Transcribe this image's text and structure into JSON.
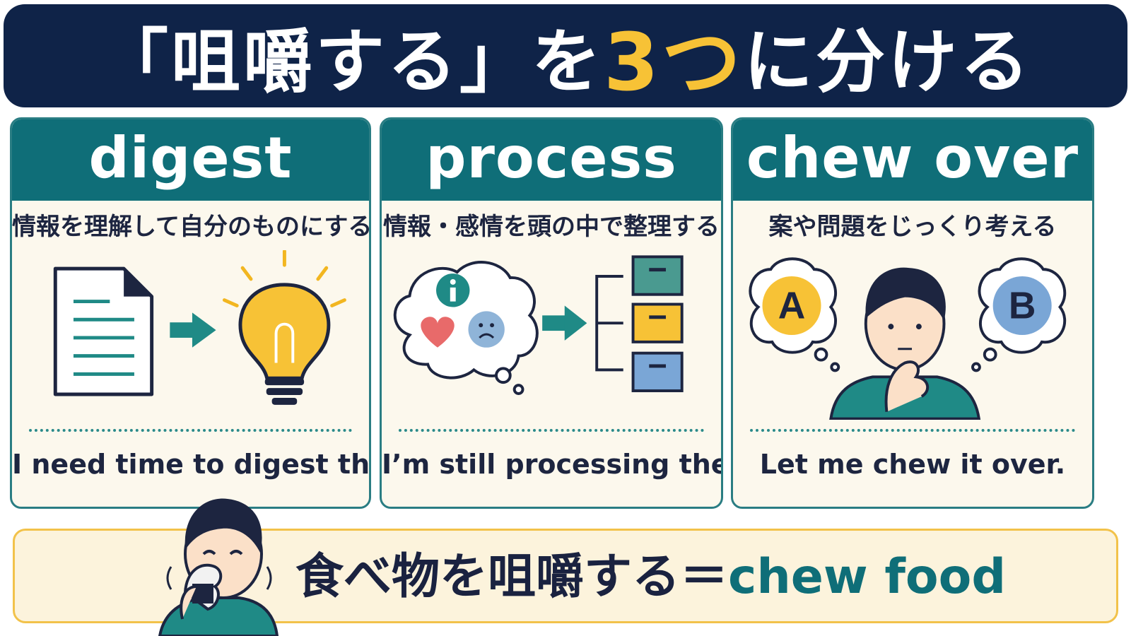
{
  "title": {
    "before": "「咀嚼する」を",
    "accent": "3つ",
    "after": "に分ける"
  },
  "cards": [
    {
      "heading": "digest",
      "subtitle": "情報を理解して自分のものにする",
      "example": "I need time to digest this."
    },
    {
      "heading": "process",
      "subtitle": "情報・感情を頭の中で整理する",
      "example": "I’m still processing the news."
    },
    {
      "heading": "chew over",
      "subtitle": "案や問題をじっくり考える",
      "example": "Let me chew it over.",
      "option_a": "A",
      "option_b": "B"
    }
  ],
  "bottom": {
    "jp": "食べ物を咀嚼する＝",
    "en": "chew food"
  },
  "icons": {
    "card1": [
      "document-icon",
      "arrow-right-icon",
      "lightbulb-icon"
    ],
    "card2": [
      "thought-bubble-icon",
      "info-icon",
      "heart-icon",
      "sad-face-icon",
      "arrow-right-icon",
      "filing-cabinet-icon"
    ],
    "card3": [
      "thought-bubble-a-icon",
      "thinking-person-icon",
      "thought-bubble-b-icon"
    ],
    "bottom": [
      "person-eating-rice-ball-icon"
    ]
  },
  "colors": {
    "navy": "#0f2348",
    "teal": "#0f6e78",
    "yellow": "#f7c236",
    "card_bg": "#fcf8ed",
    "bottom_bg": "#fcf3dc"
  }
}
